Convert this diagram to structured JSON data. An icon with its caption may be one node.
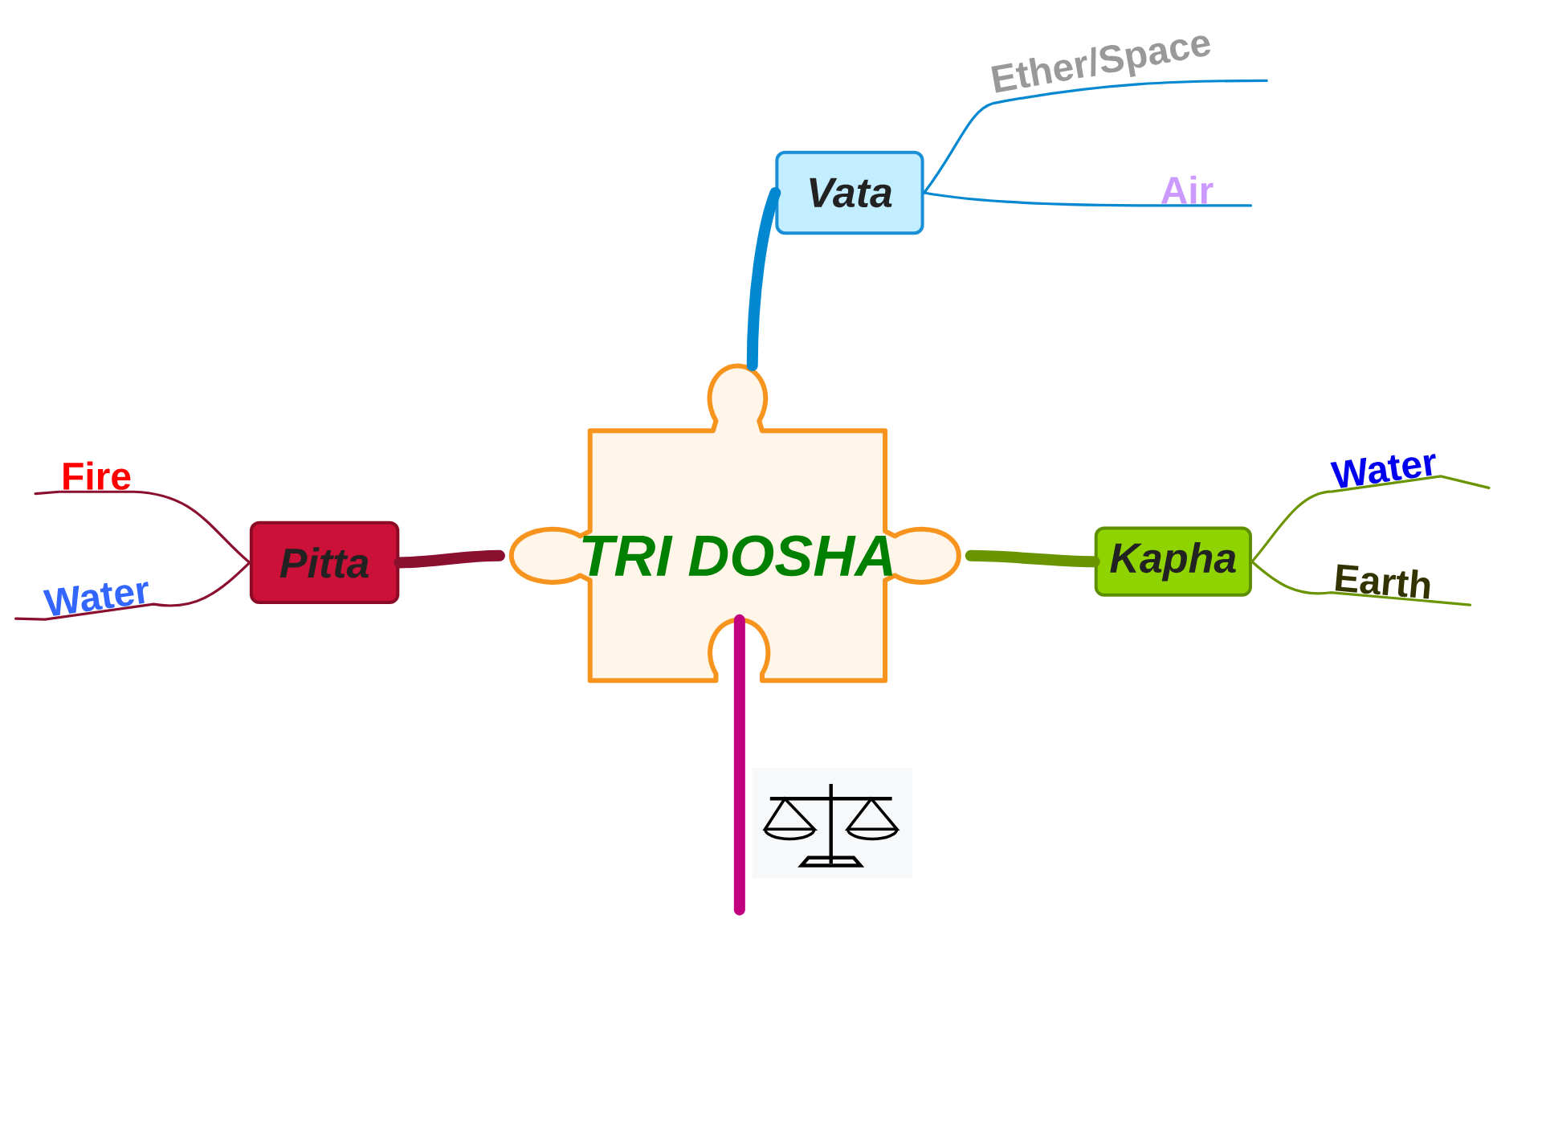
{
  "diagram": {
    "nodes": [
      {
        "text": [
          "TRI DOSHA"
        ]
      },
      {
        "text": [
          "Vata"
        ]
      },
      {
        "text": [
          "Ether/Space"
        ]
      },
      {
        "text": [
          "Air"
        ]
      },
      {
        "text": [
          "Pitta"
        ]
      },
      {
        "text": [
          "Fire"
        ]
      },
      {
        "text": [
          "Water"
        ]
      },
      {
        "text": [
          "Kapha"
        ]
      },
      {
        "text": [
          "Water"
        ]
      },
      {
        "text": [
          "Earth"
        ]
      }
    ],
    "edges": [
      {
        "from": 0,
        "to": 1,
        "arrow": "none",
        "style": "thick",
        "color": "#0288d1"
      },
      {
        "from": 1,
        "to": 2,
        "arrow": "none",
        "color": "#0288d1"
      },
      {
        "from": 1,
        "to": 3,
        "arrow": "none",
        "color": "#0288d1"
      },
      {
        "from": 0,
        "to": 4,
        "arrow": "none",
        "style": "thick",
        "color": "#8b1030"
      },
      {
        "from": 4,
        "to": 5,
        "arrow": "none",
        "color": "#8b1030"
      },
      {
        "from": 4,
        "to": 6,
        "arrow": "none",
        "color": "#8b1030"
      },
      {
        "from": 0,
        "to": 7,
        "arrow": "none",
        "style": "thick",
        "color": "#6a9400"
      },
      {
        "from": 7,
        "to": 8,
        "arrow": "none",
        "color": "#6a9400"
      },
      {
        "from": 7,
        "to": 9,
        "arrow": "none",
        "color": "#6a9400"
      },
      {
        "from": 0,
        "to": null,
        "arrow": "none",
        "style": "thick",
        "color": "#c2007f"
      }
    ]
  }
}
